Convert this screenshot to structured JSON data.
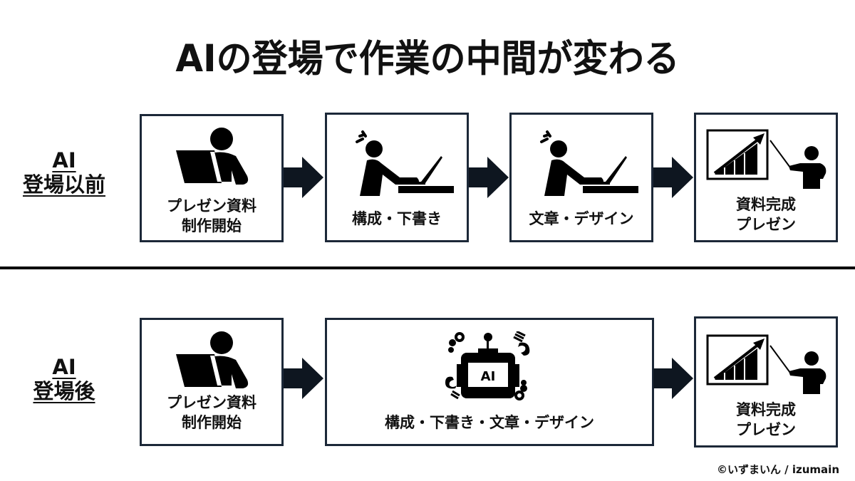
{
  "title": "AIの登場で作業の中間が変わる",
  "rows": [
    {
      "label_line1": "AI",
      "label_line2": "登場以前",
      "steps": [
        {
          "icon": "person-laptop-icon",
          "lines": [
            "プレゼン資料",
            "制作開始"
          ]
        },
        {
          "icon": "stressed-person-laptop-icon",
          "lines": [
            "構成・下書き"
          ]
        },
        {
          "icon": "stressed-person-laptop-icon",
          "lines": [
            "文章・デザイン"
          ]
        },
        {
          "icon": "presenter-chart-icon",
          "lines": [
            "資料完成",
            "プレゼン"
          ]
        }
      ]
    },
    {
      "label_line1": "AI",
      "label_line2": "登場後",
      "steps": [
        {
          "icon": "person-laptop-icon",
          "lines": [
            "プレゼン資料",
            "制作開始"
          ]
        },
        {
          "icon": "ai-robot-icon",
          "icon_text": "AI",
          "lines": [
            "構成・下書き・文章・デザイン"
          ]
        },
        {
          "icon": "presenter-chart-icon",
          "lines": [
            "資料完成",
            "プレゼン"
          ]
        }
      ]
    }
  ],
  "credit": "©いずまいん / izumain",
  "colors": {
    "border": "#1c2838",
    "ink": "#111111",
    "divider": "#000000"
  }
}
